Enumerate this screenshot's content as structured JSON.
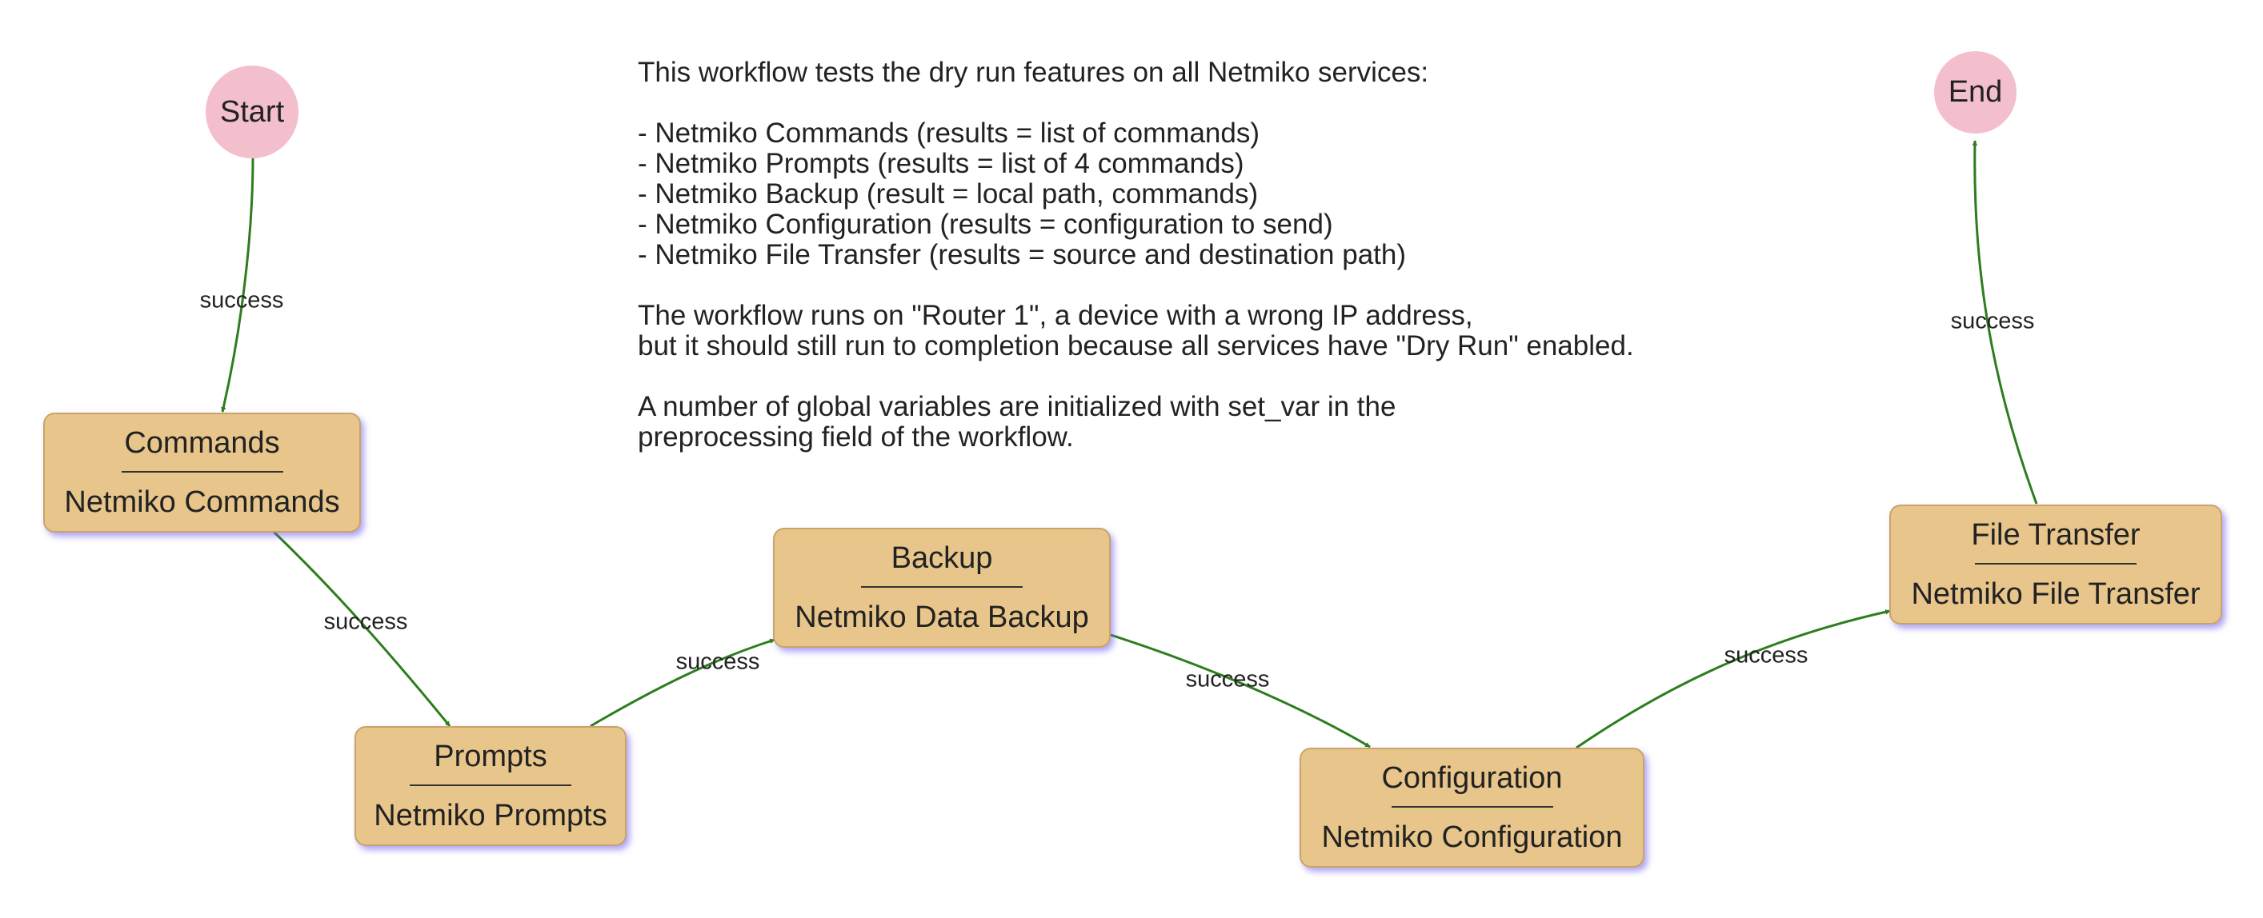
{
  "workflow": {
    "description": "This workflow tests the dry run features on all Netmiko services:\n\n- Netmiko Commands (results = list of commands)\n- Netmiko Prompts (results = list of 4 commands)\n- Netmiko Backup (result = local path, commands)\n- Netmiko Configuration (results = configuration to send)\n- Netmiko File Transfer (results = source and destination path)\n\nThe workflow runs on \"Router 1\", a device with a wrong IP address,\nbut it should still run to completion because all services have \"Dry Run\" enabled.\n\nA number of global variables are initialized with set_var in the\npreprocessing field of the workflow."
  },
  "nodes": {
    "start": {
      "label": "Start"
    },
    "end": {
      "label": "End"
    },
    "commands": {
      "title": "Commands",
      "type": "Netmiko Commands"
    },
    "prompts": {
      "title": "Prompts",
      "type": "Netmiko Prompts"
    },
    "backup": {
      "title": "Backup",
      "type": "Netmiko Data Backup"
    },
    "configuration": {
      "title": "Configuration",
      "type": "Netmiko Configuration"
    },
    "file_transfer": {
      "title": "File Transfer",
      "type": "Netmiko File Transfer"
    }
  },
  "edges": {
    "start_commands": "success",
    "commands_prompts": "success",
    "prompts_backup": "success",
    "backup_configuration": "success",
    "configuration_file_transfer": "success",
    "file_transfer_end": "success"
  },
  "colors": {
    "edge": "#2e7d1e",
    "service_fill": "#e8c68b",
    "terminal_fill": "#f4bfcc",
    "shadow": "#6e5af0"
  }
}
